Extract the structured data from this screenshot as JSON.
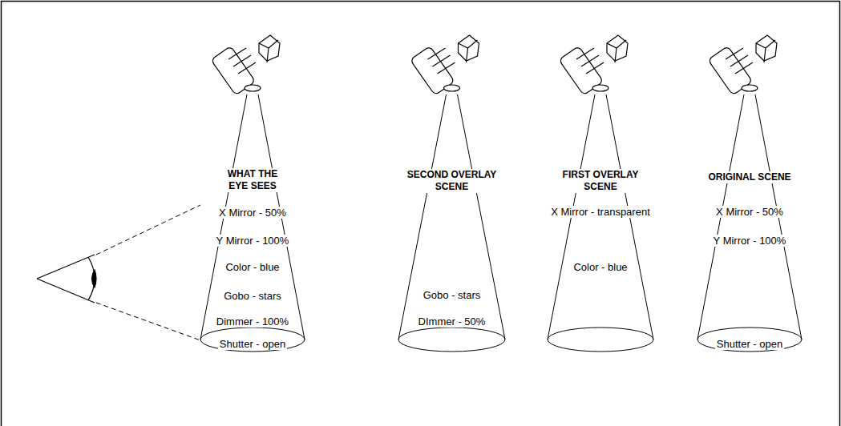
{
  "diagram": {
    "nodes": [
      {
        "text": [
          "WHAT THE EYE SEES",
          "X Mirror - 50%",
          "Y Mirror - 100%",
          "Color - blue",
          "Gobo - stars",
          "Dimmer - 100%",
          "Shutter - open"
        ]
      },
      {
        "text": [
          "SECOND OVERLAY SCENE",
          "Gobo - stars",
          "DImmer - 50%"
        ]
      },
      {
        "text": [
          "FIRST OVERLAY SCENE",
          "X Mirror - transparent",
          "Color - blue"
        ]
      },
      {
        "text": [
          "ORIGINAL SCENE",
          "X Mirror - 50%",
          "Y Mirror - 100%",
          "Shutter - open"
        ]
      }
    ]
  }
}
